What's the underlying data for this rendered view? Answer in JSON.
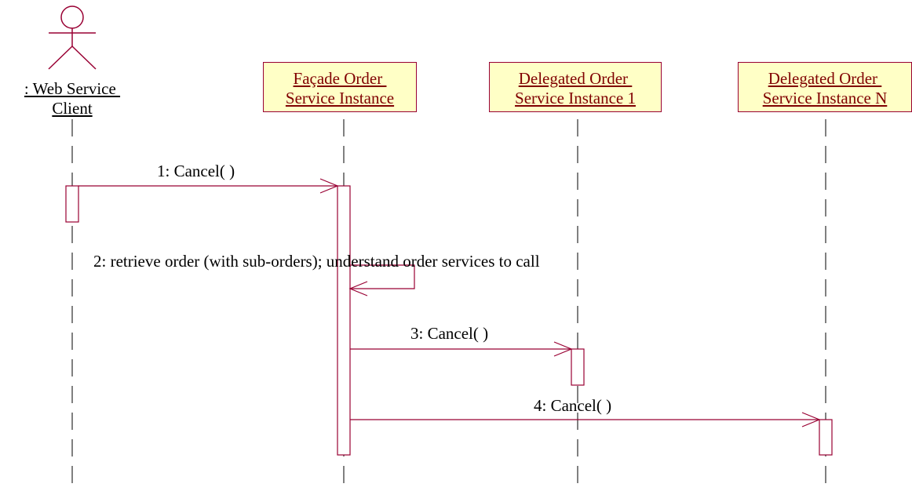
{
  "actor": {
    "label_line1": ": Web Service ",
    "label_line2": "Client"
  },
  "lifelines": [
    {
      "id": "facade",
      "line1": "Façade Order ",
      "line2": "Service Instance"
    },
    {
      "id": "delegated1",
      "line1": "Delegated Order ",
      "line2": "Service Instance 1"
    },
    {
      "id": "delegatedN",
      "line1": "Delegated Order ",
      "line2": "Service Instance N"
    }
  ],
  "messages": [
    {
      "label": "1: Cancel( )"
    },
    {
      "label": "2: retrieve order (with sub-orders); understand order services to call"
    },
    {
      "label": "3: Cancel( )"
    },
    {
      "label": "4: Cancel( )"
    }
  ],
  "colors": {
    "line": "#990033",
    "box_fill": "#ffffc6",
    "box_text": "#800000",
    "lifeline": "#000000"
  }
}
